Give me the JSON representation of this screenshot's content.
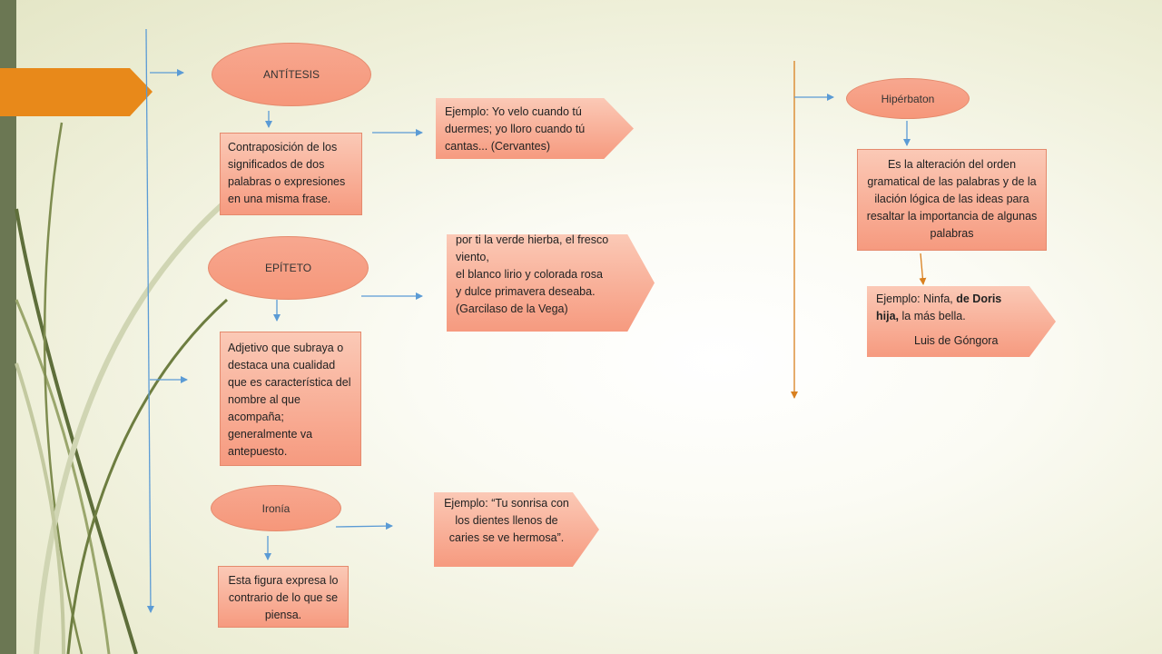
{
  "nodes": {
    "antitesis": {
      "title": "ANTÍTESIS",
      "definition": "Contraposición de los significados de dos palabras o expresiones en una misma frase.",
      "example": "Ejemplo: Yo velo cuando tú duermes; yo lloro cuando tú cantas... (Cervantes)"
    },
    "epiteto": {
      "title": "EPÍTETO",
      "definition": "Adjetivo que subraya o destaca una cualidad que es característica del nombre al que acompaña; generalmente va antepuesto.",
      "example_lines": [
        "por ti la verde hierba, el fresco viento,",
        "el blanco lirio y colorada rosa",
        "y dulce primavera deseaba.",
        "(Garcilaso de la Vega)"
      ]
    },
    "ironia": {
      "title": "Ironía",
      "definition": "Esta figura expresa lo contrario de lo que se piensa.",
      "example": "Ejemplo: “Tu sonrisa con los dientes llenos de caries se ve hermosa”."
    },
    "hiperbaton": {
      "title": "Hipérbaton",
      "definition": "Es la alteración del orden gramatical de las palabras y de la ilación lógica de las ideas para resaltar la importancia de algunas palabras",
      "example_prefix": "Ejemplo: Ninfa, ",
      "example_bold1": "de Doris",
      "example_bold2": "hija,",
      "example_suffix": " la más bella.",
      "example_author": "Luis de Góngora"
    }
  },
  "colors": {
    "sidebar": "#6b7753",
    "accent_tab": "#e8891a",
    "node_fill": "#f6977a",
    "node_border": "#e58a6d",
    "arrow_blue": "#5b9bd5",
    "arrow_orange": "#d9801f"
  }
}
